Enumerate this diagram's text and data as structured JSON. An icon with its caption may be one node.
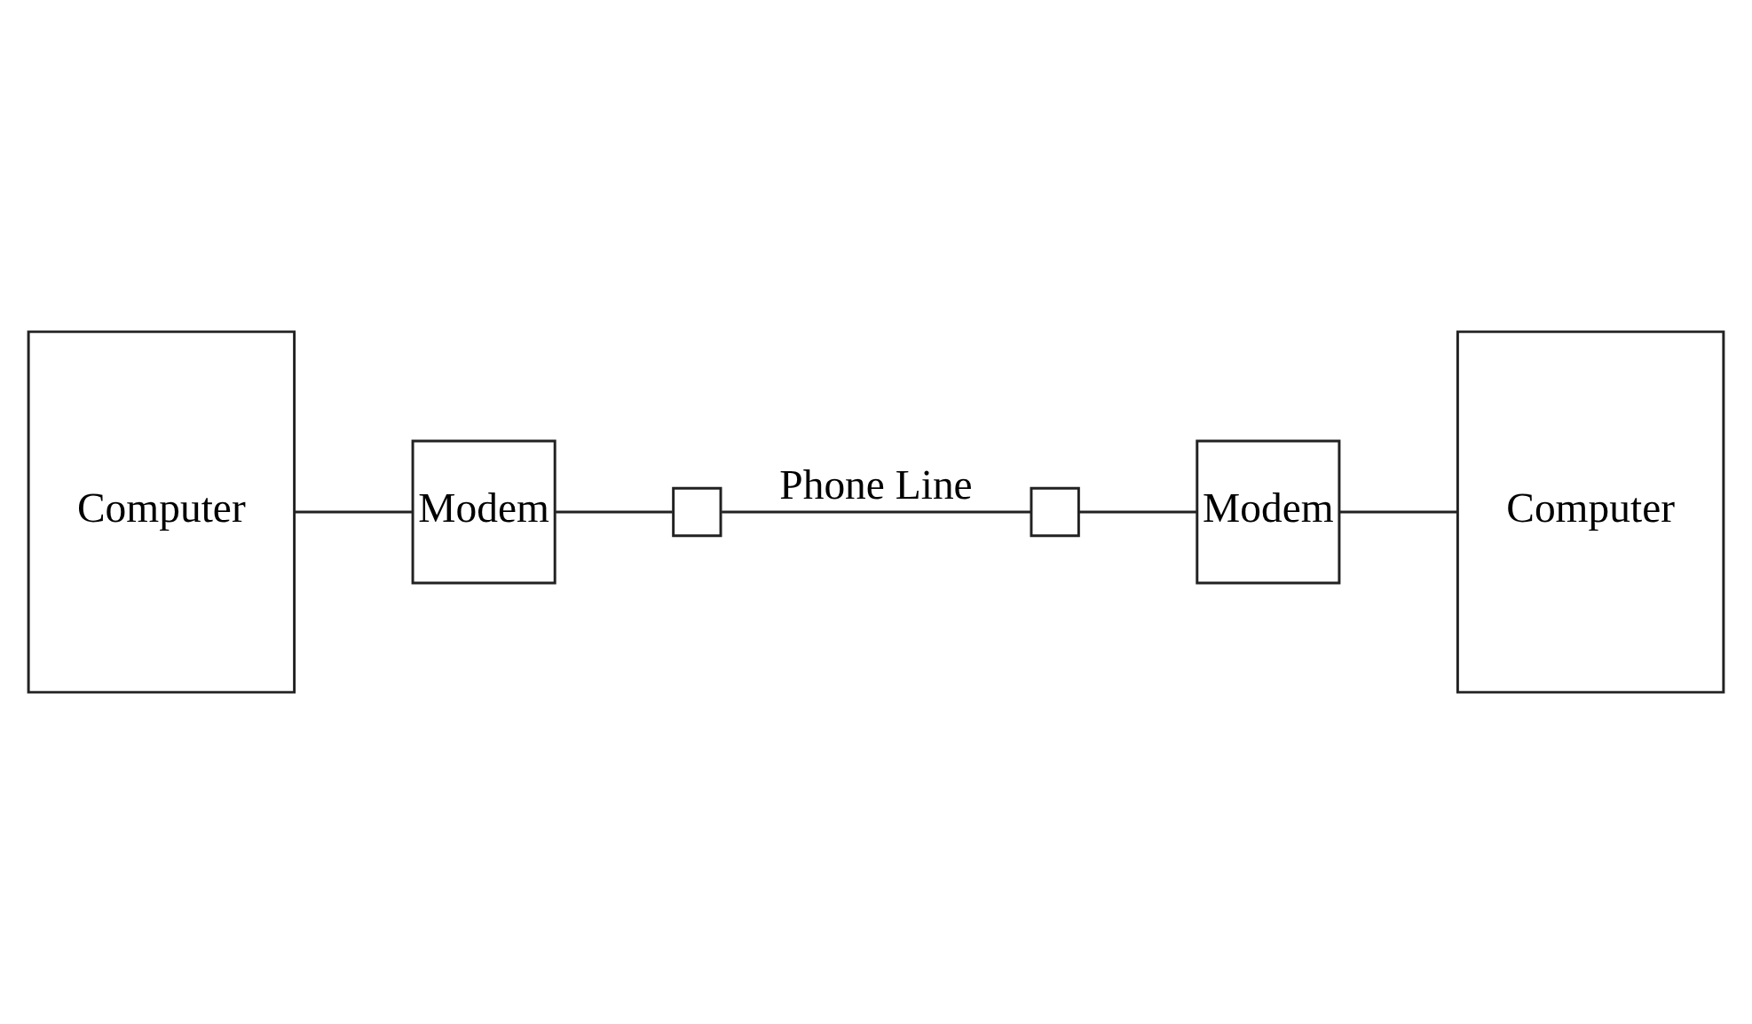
{
  "diagram": {
    "nodes": [
      {
        "text": [
          "Computer"
        ]
      },
      {
        "text": [
          "Modem"
        ]
      },
      {
        "text": [],
        "shape": "box"
      },
      {
        "text": [],
        "shape": "box"
      },
      {
        "text": [
          "Modem"
        ]
      },
      {
        "text": [
          "Computer"
        ]
      }
    ],
    "edges": [
      {
        "from": 0,
        "to": 1,
        "arrow": "none"
      },
      {
        "from": 1,
        "to": 2,
        "arrow": "none"
      },
      {
        "from": 2,
        "to": 3,
        "arrow": "none",
        "label": "Phone Line"
      },
      {
        "from": 3,
        "to": 4,
        "arrow": "none"
      },
      {
        "from": 4,
        "to": 5,
        "arrow": "none"
      }
    ]
  }
}
